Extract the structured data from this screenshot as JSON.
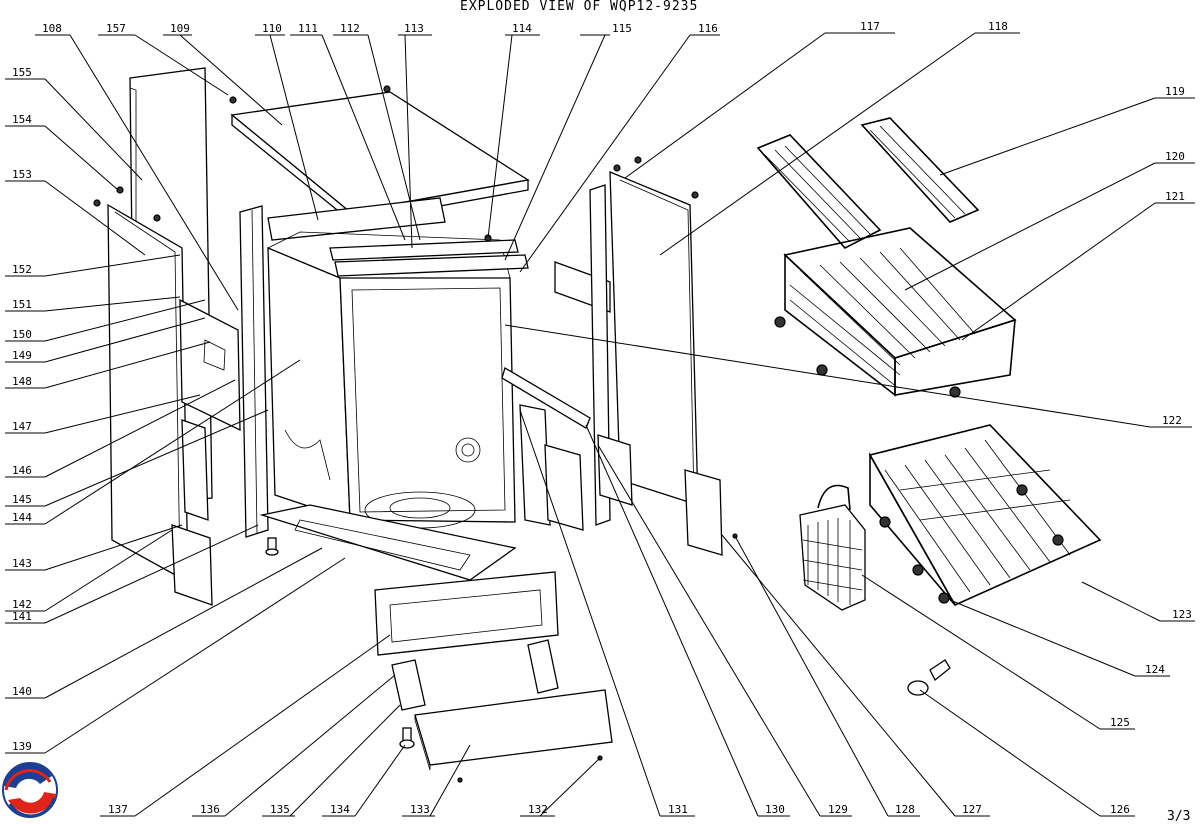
{
  "title": "EXPLODED VIEW OF WQP12-9235",
  "page_number": "3/3",
  "colors": {
    "logo_red": "#e2231a",
    "logo_blue": "#1a3f93",
    "ink": "#000000"
  },
  "parts": [
    "108",
    "109",
    "110",
    "111",
    "112",
    "113",
    "114",
    "115",
    "116",
    "117",
    "118",
    "119",
    "120",
    "121",
    "122",
    "123",
    "124",
    "125",
    "126",
    "127",
    "128",
    "129",
    "130",
    "131",
    "132",
    "133",
    "134",
    "135",
    "136",
    "137",
    "139",
    "140",
    "141",
    "142",
    "143",
    "144",
    "145",
    "146",
    "147",
    "148",
    "149",
    "150",
    "151",
    "152",
    "153",
    "154",
    "155",
    "157"
  ]
}
